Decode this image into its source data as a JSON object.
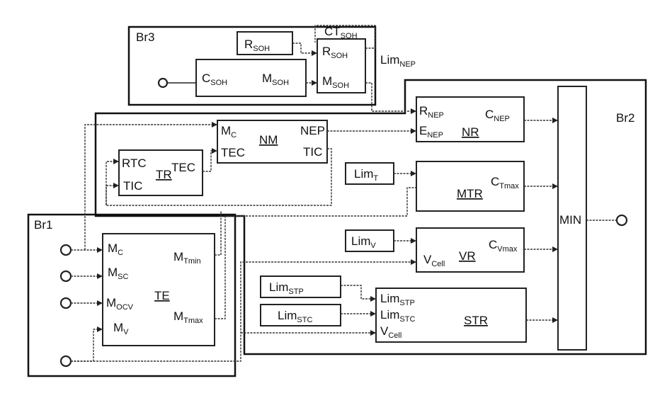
{
  "frames": {
    "br1": "Br1",
    "br2": "Br2",
    "br3": "Br3"
  },
  "blocks": {
    "rsoh_src": {
      "main": "R",
      "sub": "SOH"
    },
    "csoh": {
      "main": "C",
      "sub": "SOH"
    },
    "msoh_out": {
      "main": "M",
      "sub": "SOH"
    },
    "soh_rsoh": {
      "main": "R",
      "sub": "SOH"
    },
    "soh_msoh": {
      "main": "M",
      "sub": "SOH"
    },
    "ctsoh": {
      "main": "CT",
      "sub": "SOH"
    },
    "limnep": {
      "main": "Lim",
      "sub": "NEP"
    },
    "nm": {
      "mc": "M",
      "mc_sub": "C",
      "tec": "TEC",
      "name": "NM",
      "nep": "NEP",
      "tic": "TIC"
    },
    "tr": {
      "rtc": "RTC",
      "tic": "TIC",
      "name": "TR",
      "tec": "TEC"
    },
    "nr": {
      "rnep": "R",
      "rnep_sub": "NEP",
      "enep": "E",
      "enep_sub": "NEP",
      "name": "NR",
      "cnep": "C",
      "cnep_sub": "NEP"
    },
    "limt": {
      "main": "Lim",
      "sub": "T"
    },
    "mtr": {
      "name": "MTR",
      "c": "C",
      "c_sub": "Tmax"
    },
    "limv": {
      "main": "Lim",
      "sub": "V"
    },
    "vr": {
      "v": "V",
      "v_sub": "Cell",
      "name": "VR",
      "c": "C",
      "c_sub": "Vmax"
    },
    "te": {
      "mc": "M",
      "mc_sub": "C",
      "msc": "M",
      "msc_sub": "SC",
      "mocv": "M",
      "mocv_sub": "OCV",
      "mv": "M",
      "mv_sub": "V",
      "name": "TE",
      "tmin": "M",
      "tmin_sub": "Tmin",
      "tmax": "M",
      "tmax_sub": "Tmax"
    },
    "limstp": {
      "main": "Lim",
      "sub": "STP"
    },
    "limstc": {
      "main": "Lim",
      "sub": "STC"
    },
    "str": {
      "a": "Lim",
      "a_sub": "STP",
      "b": "Lim",
      "b_sub": "STC",
      "c": "V",
      "c_sub": "Cell",
      "name": "STR"
    },
    "min": "MIN"
  }
}
